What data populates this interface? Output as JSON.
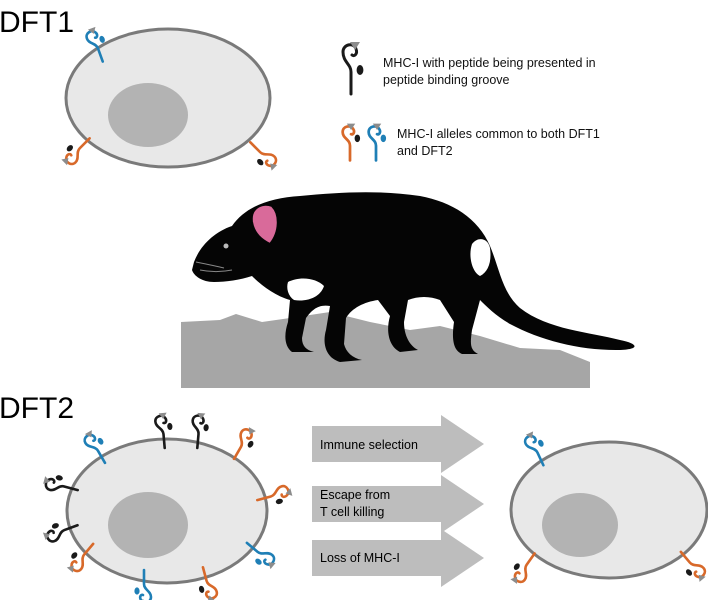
{
  "headings": {
    "dft1": "DFT1",
    "dft2": "DFT2"
  },
  "legend": {
    "presented_line1": "MHC-I with peptide being presented in",
    "presented_line2": "peptide binding groove",
    "common_line1": "MHC-I alleles common to both DFT1",
    "common_line2": "and DFT2"
  },
  "arrows": [
    {
      "lines": [
        "Immune selection"
      ]
    },
    {
      "lines": [
        "Escape from",
        "T cell killing"
      ]
    },
    {
      "lines": [
        "Loss of MHC-I"
      ]
    }
  ],
  "colors": {
    "cell_fill": "#e8e8e8",
    "cell_border": "#7a7a7a",
    "nucleus": "#b3b3b3",
    "allele_blue": "#1f7fb6",
    "allele_orange": "#d8692a",
    "allele_black": "#1a1a1a",
    "arrow_fill": "#bdbdbd",
    "rock": "#a6a6a6",
    "devil_body": "#050505",
    "devil_ear": "#d96a9a",
    "devil_marking": "#ffffff"
  },
  "icons": {
    "molecule": "mhc-molecule-icon",
    "devil": "tasmanian-devil-illustration"
  }
}
